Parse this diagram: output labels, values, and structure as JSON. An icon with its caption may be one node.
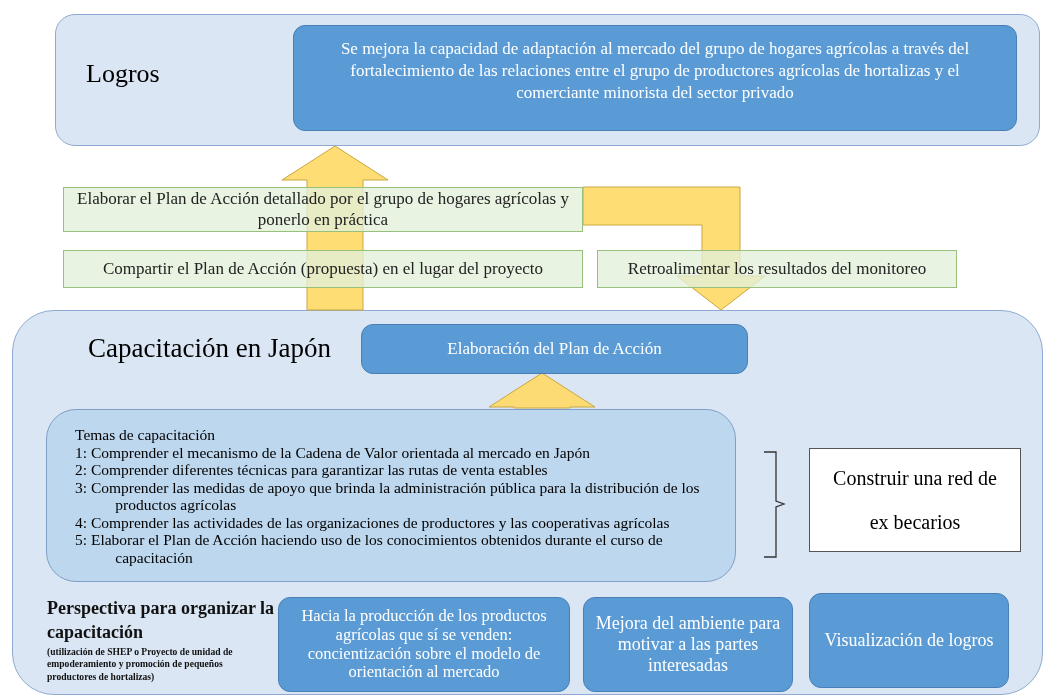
{
  "diagram": {
    "nodes": [
      {
        "text": [
          "Logros"
        ]
      },
      {
        "text": [
          "Se mejora la capacidad de adaptación al mercado del grupo de hogares agrícolas a través del fortalecimiento de las relaciones entre el grupo de productores agrícolas de hortalizas y el comerciante minorista del sector privado"
        ],
        "in": 0
      },
      {
        "text": [
          "Elaborar el Plan de Acción detallado por el grupo de hogares agrícolas y ponerlo en práctica"
        ]
      },
      {
        "text": [
          "Compartir el Plan de Acción (propuesta) en el lugar del proyecto"
        ]
      },
      {
        "text": [
          "Retroalimentar los resultados del monitoreo"
        ]
      },
      {
        "text": [
          "Capacitación en Japón"
        ]
      },
      {
        "text": [
          "Elaboración del Plan de Acción"
        ],
        "in": 5
      },
      {
        "text": [
          "Temas de capacitación",
          "1: Comprender el mecanismo de la Cadena de Valor orientada al mercado en Japón",
          "2: Comprender diferentes técnicas para garantizar las rutas de venta estables",
          "3: Comprender las medidas de apoyo que brinda la administración pública para la distribución de los productos agrícolas",
          "4: Comprender las actividades de las organizaciones de productores y las cooperativas agrícolas",
          "5: Elaborar el Plan de Acción haciendo uso de los conocimientos obtenidos durante el curso de capacitación"
        ],
        "in": 5
      },
      {
        "text": [
          "Construir una red de ex becarios"
        ],
        "in": 5
      },
      {
        "text": [
          "Hacia la producción de los productos agrícolas que sí se venden: concientización sobre el modelo de orientación al mercado"
        ],
        "in": 5
      },
      {
        "text": [
          "Mejora del ambiente para motivar a las partes interesadas"
        ],
        "in": 5
      },
      {
        "text": [
          "Visualización de logros"
        ],
        "in": 5
      }
    ],
    "edges": [
      {
        "from": 5,
        "to": 0,
        "arrow": "to",
        "style": "thick"
      },
      {
        "from": 2,
        "to": 5,
        "arrow": "to",
        "style": "thick"
      },
      {
        "from": 7,
        "to": 6,
        "arrow": "to",
        "style": "thick"
      }
    ],
    "labels": [
      "Perspectiva para organizar la capacitación",
      "(utilización de SHEP o Proyecto de unidad de empoderamiento y promoción de pequeños productores de hortalizas)"
    ]
  }
}
